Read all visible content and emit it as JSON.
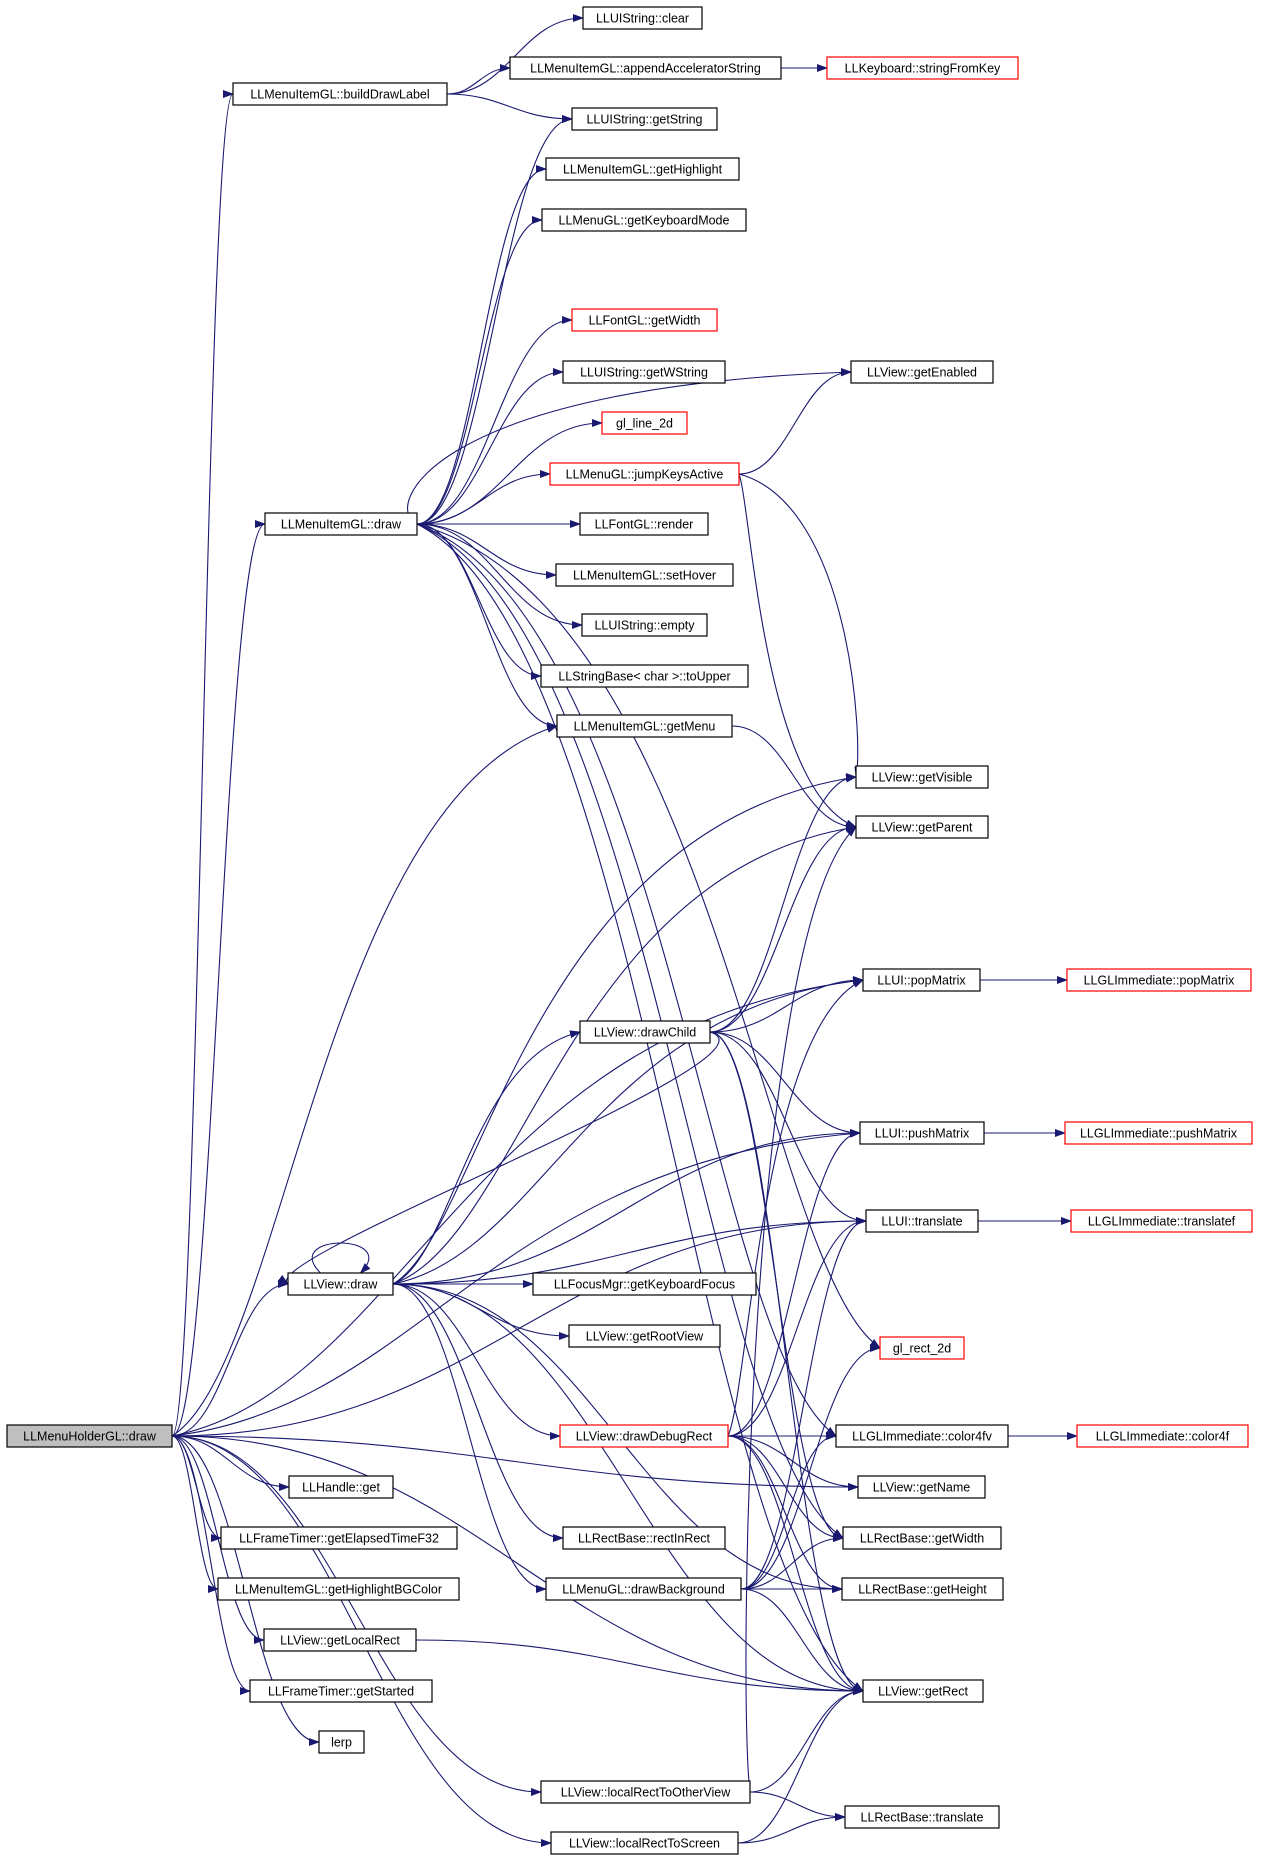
{
  "graph": {
    "edge_color": "#191970",
    "external_border_color": "#ff0000",
    "root_fill": "#bfbfbf",
    "nodes": [
      {
        "id": "LLMenuHolderGL::draw",
        "label": "LLMenuHolderGL::draw",
        "style": "root"
      },
      {
        "id": "LLUIString::clear",
        "label": "LLUIString::clear",
        "style": "normal"
      },
      {
        "id": "LLMenuItemGL::buildDrawLabel",
        "label": "LLMenuItemGL::buildDrawLabel",
        "style": "normal"
      },
      {
        "id": "LLMenuItemGL::appendAcceleratorString",
        "label": "LLMenuItemGL::appendAcceleratorString",
        "style": "normal"
      },
      {
        "id": "LLKeyboard::stringFromKey",
        "label": "LLKeyboard::stringFromKey",
        "style": "external"
      },
      {
        "id": "LLUIString::getString",
        "label": "LLUIString::getString",
        "style": "normal"
      },
      {
        "id": "LLMenuItemGL::getHighlight",
        "label": "LLMenuItemGL::getHighlight",
        "style": "normal"
      },
      {
        "id": "LLMenuGL::getKeyboardMode",
        "label": "LLMenuGL::getKeyboardMode",
        "style": "normal"
      },
      {
        "id": "LLFontGL::getWidth",
        "label": "LLFontGL::getWidth",
        "style": "external"
      },
      {
        "id": "LLUIString::getWString",
        "label": "LLUIString::getWString",
        "style": "normal"
      },
      {
        "id": "LLView::getEnabled",
        "label": "LLView::getEnabled",
        "style": "normal"
      },
      {
        "id": "gl_line_2d",
        "label": "gl_line_2d",
        "style": "external"
      },
      {
        "id": "LLMenuGL::jumpKeysActive",
        "label": "LLMenuGL::jumpKeysActive",
        "style": "external"
      },
      {
        "id": "LLMenuItemGL::draw",
        "label": "LLMenuItemGL::draw",
        "style": "normal"
      },
      {
        "id": "LLFontGL::render",
        "label": "LLFontGL::render",
        "style": "normal"
      },
      {
        "id": "LLMenuItemGL::setHover",
        "label": "LLMenuItemGL::setHover",
        "style": "normal"
      },
      {
        "id": "LLUIString::empty",
        "label": "LLUIString::empty",
        "style": "normal"
      },
      {
        "id": "LLStringBase::toUpper",
        "label": "LLStringBase< char >::toUpper",
        "style": "normal"
      },
      {
        "id": "LLMenuItemGL::getMenu",
        "label": "LLMenuItemGL::getMenu",
        "style": "normal"
      },
      {
        "id": "LLView::getVisible",
        "label": "LLView::getVisible",
        "style": "normal"
      },
      {
        "id": "LLView::getParent",
        "label": "LLView::getParent",
        "style": "normal"
      },
      {
        "id": "LLUI::popMatrix",
        "label": "LLUI::popMatrix",
        "style": "normal"
      },
      {
        "id": "LLGLImmediate::popMatrix",
        "label": "LLGLImmediate::popMatrix",
        "style": "external"
      },
      {
        "id": "LLView::drawChild",
        "label": "LLView::drawChild",
        "style": "normal"
      },
      {
        "id": "LLUI::pushMatrix",
        "label": "LLUI::pushMatrix",
        "style": "normal"
      },
      {
        "id": "LLGLImmediate::pushMatrix",
        "label": "LLGLImmediate::pushMatrix",
        "style": "external"
      },
      {
        "id": "LLUI::translate",
        "label": "LLUI::translate",
        "style": "normal"
      },
      {
        "id": "LLGLImmediate::translatef",
        "label": "LLGLImmediate::translatef",
        "style": "external"
      },
      {
        "id": "LLView::draw",
        "label": "LLView::draw",
        "style": "normal"
      },
      {
        "id": "LLFocusMgr::getKeyboardFocus",
        "label": "LLFocusMgr::getKeyboardFocus",
        "style": "normal"
      },
      {
        "id": "LLView::getRootView",
        "label": "LLView::getRootView",
        "style": "normal"
      },
      {
        "id": "gl_rect_2d",
        "label": "gl_rect_2d",
        "style": "external"
      },
      {
        "id": "LLView::drawDebugRect",
        "label": "LLView::drawDebugRect",
        "style": "external"
      },
      {
        "id": "LLGLImmediate::color4fv",
        "label": "LLGLImmediate::color4fv",
        "style": "normal"
      },
      {
        "id": "LLGLImmediate::color4f",
        "label": "LLGLImmediate::color4f",
        "style": "external"
      },
      {
        "id": "LLHandle::get",
        "label": "LLHandle::get",
        "style": "normal"
      },
      {
        "id": "LLView::getName",
        "label": "LLView::getName",
        "style": "normal"
      },
      {
        "id": "LLFrameTimer::getElapsedTimeF32",
        "label": "LLFrameTimer::getElapsedTimeF32",
        "style": "normal"
      },
      {
        "id": "LLRectBase::rectInRect",
        "label": "LLRectBase::rectInRect",
        "style": "normal"
      },
      {
        "id": "LLRectBase::getWidth",
        "label": "LLRectBase::getWidth",
        "style": "normal"
      },
      {
        "id": "LLMenuItemGL::getHighlightBGColor",
        "label": "LLMenuItemGL::getHighlightBGColor",
        "style": "normal"
      },
      {
        "id": "LLMenuGL::drawBackground",
        "label": "LLMenuGL::drawBackground",
        "style": "normal"
      },
      {
        "id": "LLRectBase::getHeight",
        "label": "LLRectBase::getHeight",
        "style": "normal"
      },
      {
        "id": "LLView::getLocalRect",
        "label": "LLView::getLocalRect",
        "style": "normal"
      },
      {
        "id": "LLFrameTimer::getStarted",
        "label": "LLFrameTimer::getStarted",
        "style": "normal"
      },
      {
        "id": "LLView::getRect",
        "label": "LLView::getRect",
        "style": "normal"
      },
      {
        "id": "lerp",
        "label": "lerp",
        "style": "normal"
      },
      {
        "id": "LLView::localRectToOtherView",
        "label": "LLView::localRectToOtherView",
        "style": "normal"
      },
      {
        "id": "LLRectBase::translate",
        "label": "LLRectBase::translate",
        "style": "normal"
      },
      {
        "id": "LLView::localRectToScreen",
        "label": "LLView::localRectToScreen",
        "style": "normal"
      }
    ],
    "edges": [
      [
        "LLMenuHolderGL::draw",
        "LLMenuItemGL::buildDrawLabel"
      ],
      [
        "LLMenuHolderGL::draw",
        "LLMenuItemGL::draw"
      ],
      [
        "LLMenuHolderGL::draw",
        "LLMenuItemGL::getMenu"
      ],
      [
        "LLMenuHolderGL::draw",
        "LLUI::popMatrix"
      ],
      [
        "LLMenuHolderGL::draw",
        "LLUI::pushMatrix"
      ],
      [
        "LLMenuHolderGL::draw",
        "LLView::draw"
      ],
      [
        "LLMenuHolderGL::draw",
        "LLUI::translate"
      ],
      [
        "LLMenuHolderGL::draw",
        "LLHandle::get"
      ],
      [
        "LLMenuHolderGL::draw",
        "LLView::getName"
      ],
      [
        "LLMenuHolderGL::draw",
        "LLFrameTimer::getElapsedTimeF32"
      ],
      [
        "LLMenuHolderGL::draw",
        "LLMenuItemGL::getHighlightBGColor"
      ],
      [
        "LLMenuHolderGL::draw",
        "LLView::getLocalRect"
      ],
      [
        "LLMenuHolderGL::draw",
        "LLFrameTimer::getStarted"
      ],
      [
        "LLMenuHolderGL::draw",
        "lerp"
      ],
      [
        "LLMenuHolderGL::draw",
        "LLView::localRectToOtherView"
      ],
      [
        "LLMenuHolderGL::draw",
        "LLView::getRect"
      ],
      [
        "LLMenuHolderGL::draw",
        "LLView::localRectToScreen"
      ],
      [
        "LLMenuItemGL::buildDrawLabel",
        "LLUIString::clear"
      ],
      [
        "LLMenuItemGL::buildDrawLabel",
        "LLMenuItemGL::appendAcceleratorString"
      ],
      [
        "LLMenuItemGL::buildDrawLabel",
        "LLUIString::getString"
      ],
      [
        "LLMenuItemGL::appendAcceleratorString",
        "LLKeyboard::stringFromKey"
      ],
      [
        "LLMenuItemGL::draw",
        "LLUIString::getString"
      ],
      [
        "LLMenuItemGL::draw",
        "LLMenuItemGL::getHighlight"
      ],
      [
        "LLMenuItemGL::draw",
        "LLMenuGL::getKeyboardMode"
      ],
      [
        "LLMenuItemGL::draw",
        "LLView::getEnabled"
      ],
      [
        "LLMenuItemGL::draw",
        "LLFontGL::getWidth"
      ],
      [
        "LLMenuItemGL::draw",
        "LLUIString::getWString"
      ],
      [
        "LLMenuItemGL::draw",
        "gl_line_2d"
      ],
      [
        "LLMenuItemGL::draw",
        "LLMenuGL::jumpKeysActive"
      ],
      [
        "LLMenuItemGL::draw",
        "LLFontGL::render"
      ],
      [
        "LLMenuItemGL::draw",
        "LLMenuItemGL::setHover"
      ],
      [
        "LLMenuItemGL::draw",
        "LLUIString::empty"
      ],
      [
        "LLMenuItemGL::draw",
        "LLStringBase::toUpper"
      ],
      [
        "LLMenuItemGL::draw",
        "LLMenuItemGL::getMenu"
      ],
      [
        "LLMenuItemGL::draw",
        "gl_rect_2d"
      ],
      [
        "LLMenuItemGL::draw",
        "LLGLImmediate::color4fv"
      ],
      [
        "LLMenuItemGL::draw",
        "LLView::getRect"
      ],
      [
        "LLMenuItemGL::draw",
        "LLRectBase::getWidth"
      ],
      [
        "LLMenuGL::jumpKeysActive",
        "LLView::getEnabled"
      ],
      [
        "LLMenuGL::jumpKeysActive",
        "LLView::getVisible"
      ],
      [
        "LLMenuGL::jumpKeysActive",
        "LLView::getParent"
      ],
      [
        "LLMenuItemGL::getMenu",
        "LLView::getParent"
      ],
      [
        "LLUI::popMatrix",
        "LLGLImmediate::popMatrix"
      ],
      [
        "LLUI::pushMatrix",
        "LLGLImmediate::pushMatrix"
      ],
      [
        "LLUI::translate",
        "LLGLImmediate::translatef"
      ],
      [
        "LLGLImmediate::color4fv",
        "LLGLImmediate::color4f"
      ],
      [
        "LLView::drawChild",
        "LLView::getVisible"
      ],
      [
        "LLView::drawChild",
        "LLView::getParent"
      ],
      [
        "LLView::drawChild",
        "LLUI::popMatrix"
      ],
      [
        "LLView::drawChild",
        "LLUI::pushMatrix"
      ],
      [
        "LLView::drawChild",
        "LLUI::translate"
      ],
      [
        "LLView::drawChild",
        "LLView::draw"
      ],
      [
        "LLView::drawChild",
        "LLView::getRect"
      ],
      [
        "LLView::drawChild",
        "LLRectBase::getWidth"
      ],
      [
        "LLView::draw",
        "LLView::draw"
      ],
      [
        "LLView::draw",
        "LLView::getVisible"
      ],
      [
        "LLView::draw",
        "LLView::getParent"
      ],
      [
        "LLView::draw",
        "LLUI::popMatrix"
      ],
      [
        "LLView::draw",
        "LLView::drawChild"
      ],
      [
        "LLView::draw",
        "LLUI::pushMatrix"
      ],
      [
        "LLView::draw",
        "LLUI::translate"
      ],
      [
        "LLView::draw",
        "LLFocusMgr::getKeyboardFocus"
      ],
      [
        "LLView::draw",
        "LLView::getRootView"
      ],
      [
        "LLView::draw",
        "LLView::drawDebugRect"
      ],
      [
        "LLView::draw",
        "LLRectBase::rectInRect"
      ],
      [
        "LLView::draw",
        "LLMenuGL::drawBackground"
      ],
      [
        "LLView::draw",
        "LLView::getRect"
      ],
      [
        "LLView::draw",
        "LLRectBase::getHeight"
      ],
      [
        "LLView::drawDebugRect",
        "LLUI::popMatrix"
      ],
      [
        "LLView::drawDebugRect",
        "LLUI::pushMatrix"
      ],
      [
        "LLView::drawDebugRect",
        "LLUI::translate"
      ],
      [
        "LLView::drawDebugRect",
        "LLGLImmediate::color4fv"
      ],
      [
        "LLView::drawDebugRect",
        "LLView::getName"
      ],
      [
        "LLView::drawDebugRect",
        "LLRectBase::getWidth"
      ],
      [
        "LLView::drawDebugRect",
        "LLRectBase::getHeight"
      ],
      [
        "LLView::drawDebugRect",
        "LLView::getRect"
      ],
      [
        "LLMenuGL::drawBackground",
        "gl_rect_2d"
      ],
      [
        "LLMenuGL::drawBackground",
        "LLGLImmediate::color4fv"
      ],
      [
        "LLMenuGL::drawBackground",
        "LLRectBase::getWidth"
      ],
      [
        "LLMenuGL::drawBackground",
        "LLRectBase::getHeight"
      ],
      [
        "LLMenuGL::drawBackground",
        "LLUI::translate"
      ],
      [
        "LLMenuGL::drawBackground",
        "LLView::getRect"
      ],
      [
        "LLView::getLocalRect",
        "LLView::getRect"
      ],
      [
        "LLView::localRectToOtherView",
        "LLView::getParent"
      ],
      [
        "LLView::localRectToOtherView",
        "LLRectBase::translate"
      ],
      [
        "LLView::localRectToOtherView",
        "LLView::getRect"
      ],
      [
        "LLView::localRectToScreen",
        "LLRectBase::translate"
      ],
      [
        "LLView::localRectToScreen",
        "LLView::getRect"
      ]
    ]
  }
}
